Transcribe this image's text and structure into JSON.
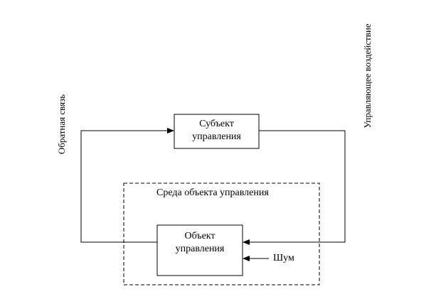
{
  "diagram": {
    "subject_box": {
      "line1": "Субъект",
      "line2": "управления"
    },
    "object_box": {
      "line1": "Объект",
      "line2": "управления"
    },
    "environment_label": "Среда объекта управления",
    "noise_label": "Шум",
    "feedback_label": "Обратная связь",
    "control_label": "Управляющее воздействие"
  }
}
